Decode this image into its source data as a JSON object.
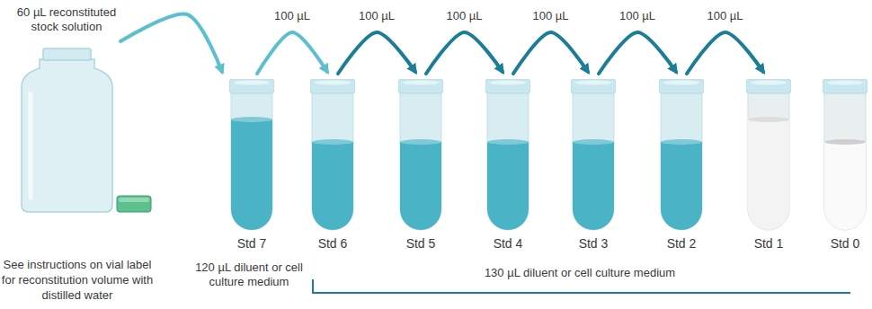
{
  "diagram": {
    "nodes": [
      {
        "text": [
          "See instructions on vial label for reconstitution volume with distilled water"
        ]
      },
      {
        "text": [
          "Std 7"
        ]
      },
      {
        "text": [
          "Std 6"
        ]
      },
      {
        "text": [
          "Std 5"
        ]
      },
      {
        "text": [
          "Std 4"
        ]
      },
      {
        "text": [
          "Std 3"
        ]
      },
      {
        "text": [
          "Std 2"
        ]
      },
      {
        "text": [
          "Std 1"
        ]
      },
      {
        "text": [
          "Std 0"
        ]
      }
    ],
    "edges": [
      {
        "from": 0,
        "to": 1,
        "arrow": "to",
        "label": "60 µL reconstituted stock solution"
      },
      {
        "from": 1,
        "to": 2,
        "arrow": "to",
        "label": "100 µL"
      },
      {
        "from": 2,
        "to": 3,
        "arrow": "to",
        "label": "100 µL"
      },
      {
        "from": 3,
        "to": 4,
        "arrow": "to",
        "label": "100 µL"
      },
      {
        "from": 4,
        "to": 5,
        "arrow": "to",
        "label": "100 µL"
      },
      {
        "from": 5,
        "to": 6,
        "arrow": "to",
        "label": "100 µL"
      },
      {
        "from": 6,
        "to": 7,
        "arrow": "to",
        "label": "100 µL"
      }
    ],
    "labels": [
      "120 µL diluent or cell culture medium",
      "130 µL diluent or cell culture medium"
    ]
  }
}
